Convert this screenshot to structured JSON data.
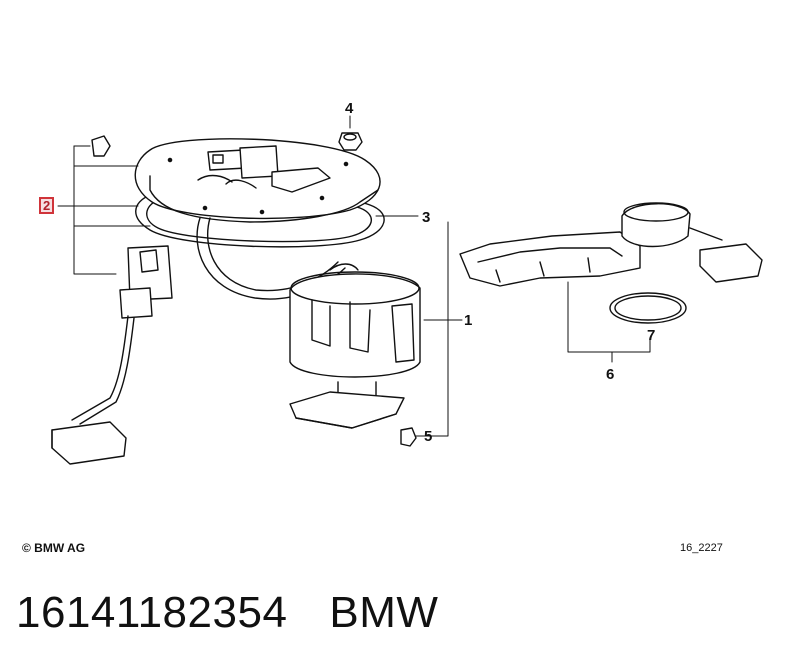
{
  "callouts": {
    "c1": "1",
    "c2": "2",
    "c3": "3",
    "c4": "4",
    "c5": "5",
    "c6": "6",
    "c7": "7"
  },
  "copyright": "© BMW AG",
  "figure_number": "16_2227",
  "footer": {
    "part_number": "16141182354",
    "brand": "BMW"
  },
  "colors": {
    "line": "#111111",
    "highlight_border": "#d0343a",
    "highlight_fill": "#f6dfe2"
  }
}
